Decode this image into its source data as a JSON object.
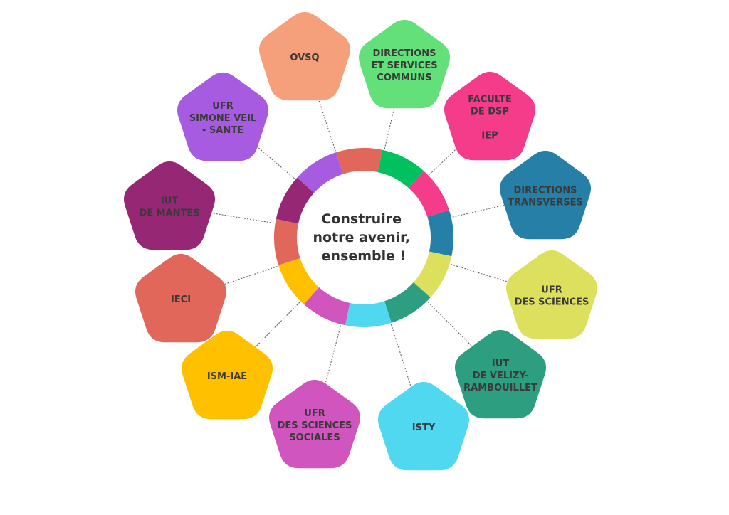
{
  "center": {
    "lines": [
      "Construire",
      "notre avenir,",
      "ensemble !"
    ]
  },
  "nodes": [
    {
      "id": "ovsq",
      "lines": [
        "OVSQ"
      ],
      "color": "#F5A07A"
    },
    {
      "id": "directions-services-communs",
      "lines": [
        "DIRECTIONS",
        "ET SERVICES",
        "COMMUNS"
      ],
      "color": "#63E07A"
    },
    {
      "id": "faculte-dsp-iep",
      "lines": [
        "FACULTE",
        "DE DSP",
        "",
        "IEP"
      ],
      "color": "#F43C8B"
    },
    {
      "id": "directions-transverses",
      "lines": [
        "DIRECTIONS",
        "TRANSVERSES"
      ],
      "color": "#257FA6"
    },
    {
      "id": "ufr-sciences",
      "lines": [
        "UFR",
        "DES SCIENCES"
      ],
      "color": "#DCE05C"
    },
    {
      "id": "iut-velizy",
      "lines": [
        "IUT",
        "DE VELIZY-",
        "RAMBOUILLET"
      ],
      "color": "#2E9E80"
    },
    {
      "id": "isty",
      "lines": [
        "ISTY"
      ],
      "color": "#50D8F0"
    },
    {
      "id": "ufr-sciences-sociales",
      "lines": [
        "UFR",
        "DES SCIENCES",
        "SOCIALES"
      ],
      "color": "#D155BE"
    },
    {
      "id": "ism-iae",
      "lines": [
        "ISM-IAE"
      ],
      "color": "#FFC000"
    },
    {
      "id": "ieci",
      "lines": [
        "IECI"
      ],
      "color": "#E0675A"
    },
    {
      "id": "iut-mantes",
      "lines": [
        "IUT",
        "DE MANTES"
      ],
      "color": "#952775"
    },
    {
      "id": "ufr-simone-veil",
      "lines": [
        "UFR",
        "SIMONE VEIL",
        "- SANTE"
      ],
      "color": "#A65BE0"
    }
  ],
  "ring": {
    "segments": [
      {
        "color": "#E0675A"
      },
      {
        "color": "#00C060"
      },
      {
        "color": "#F43C8B"
      },
      {
        "color": "#257FA6"
      },
      {
        "color": "#DCE05C"
      },
      {
        "color": "#2E9E80"
      },
      {
        "color": "#50D8F0"
      },
      {
        "color": "#D155BE"
      },
      {
        "color": "#FFC000"
      },
      {
        "color": "#E0675A"
      },
      {
        "color": "#952775"
      },
      {
        "color": "#A65BE0"
      }
    ]
  }
}
